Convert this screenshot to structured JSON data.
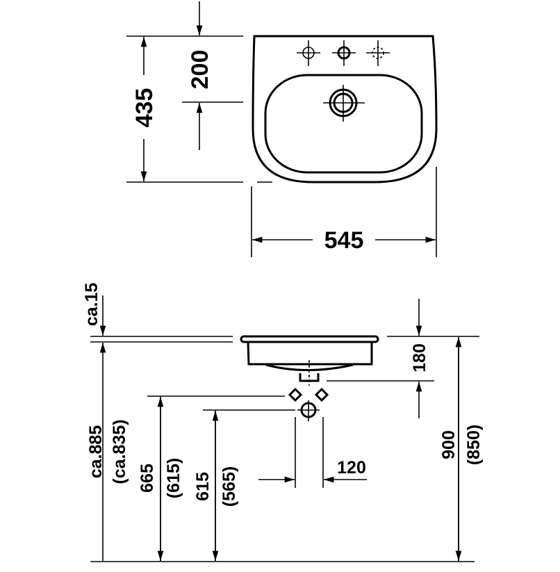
{
  "top_view": {
    "depth": "435",
    "tap_hole_distance": "200",
    "width": "545"
  },
  "side_view": {
    "rim_thickness": "ca.15",
    "rim_height": "ca.885",
    "rim_height_alt": "(ca.835)",
    "supply_height": "665",
    "supply_height_alt": "(615)",
    "waste_height": "615",
    "waste_height_alt": "(565)",
    "supply_spacing": "120",
    "basin_depth": "180",
    "counter_height": "900",
    "counter_height_alt": "(850)"
  }
}
